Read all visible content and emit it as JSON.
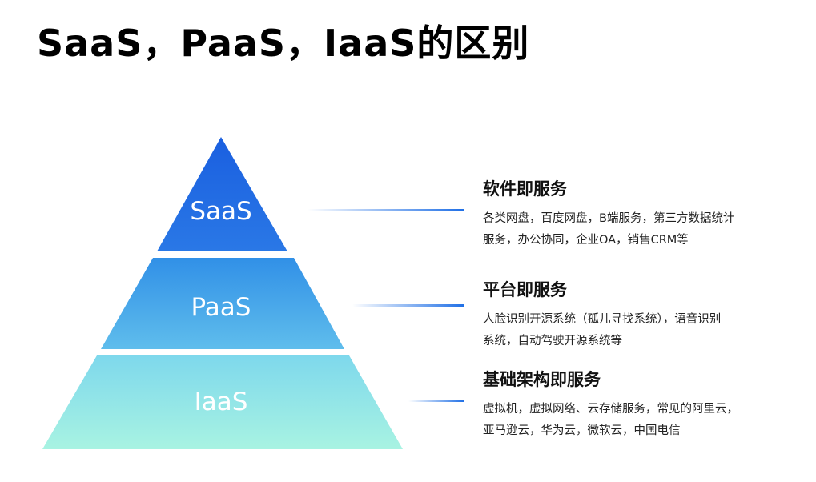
{
  "title": "SaaS，PaaS，IaaS的区别",
  "colors": {
    "top_tier": "#1f69e4",
    "middle_tier": "#3a9de8",
    "bottom_tier": "#9ff0e6",
    "connector": "#1f6fe6"
  },
  "tiers": [
    {
      "label": "SaaS",
      "heading": "软件即服务",
      "description_lines": [
        "各类网盘，百度网盘，B端服务，第三方数据统计",
        "服务，办公协同，企业OA，销售CRM等"
      ]
    },
    {
      "label": "PaaS",
      "heading": "平台即服务",
      "description_lines": [
        "人脸识别开源系统（孤儿寻找系统），语音识别",
        "系统，自动驾驶开源系统等"
      ]
    },
    {
      "label": "IaaS",
      "heading": "基础架构即服务",
      "description_lines": [
        "虚拟机，虚拟网络、云存储服务，常见的阿里云，",
        "亚马逊云，华为云，微软云，中国电信"
      ]
    }
  ]
}
